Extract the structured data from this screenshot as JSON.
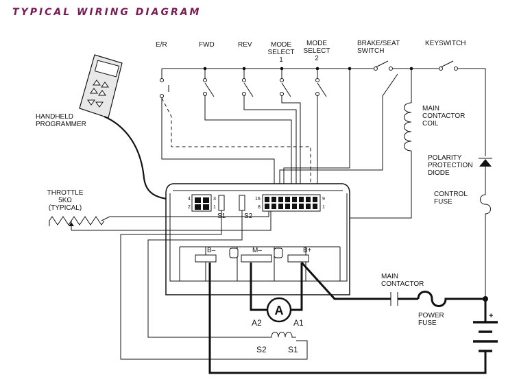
{
  "title": "TYPICAL WIRING DIAGRAM",
  "labels": {
    "er": "E/R",
    "fwd": "FWD",
    "rev": "REV",
    "mode1_line1": "MODE",
    "mode1_line2": "SELECT",
    "mode1_line3": "1",
    "mode2_line1": "MODE",
    "mode2_line2": "SELECT",
    "mode2_line3": "2",
    "brake_line1": "BRAKE/SEAT",
    "brake_line2": "SWITCH",
    "keyswitch": "KEYSWITCH",
    "handheld_line1": "HANDHELD",
    "handheld_line2": "PROGRAMMER",
    "main_coil_line1": "MAIN",
    "main_coil_line2": "CONTACTOR",
    "main_coil_line3": "COIL",
    "polarity_line1": "POLARITY",
    "polarity_line2": "PROTECTION",
    "polarity_line3": "DIODE",
    "control_fuse_line1": "CONTROL",
    "control_fuse_line2": "FUSE",
    "throttle_line1": "THROTTLE",
    "throttle_line2": "5KΩ",
    "throttle_line3": "(TYPICAL)",
    "s1_conn": "S1",
    "s2_conn": "S2",
    "b_minus": "B–",
    "m_minus": "M–",
    "b_plus": "B+",
    "main_contactor_line1": "MAIN",
    "main_contactor_line2": "CONTACTOR",
    "power_fuse_line1": "POWER",
    "power_fuse_line2": "FUSE",
    "armature": "A",
    "a2": "A2",
    "a1": "A1",
    "s2_field": "S2",
    "s1_field": "S1",
    "plus": "+",
    "pin4": "4",
    "pin2": "2",
    "pin3": "3",
    "pin1": "1",
    "pin16": "16",
    "pin8": "8",
    "pin9": "9",
    "pin1b": "1"
  }
}
